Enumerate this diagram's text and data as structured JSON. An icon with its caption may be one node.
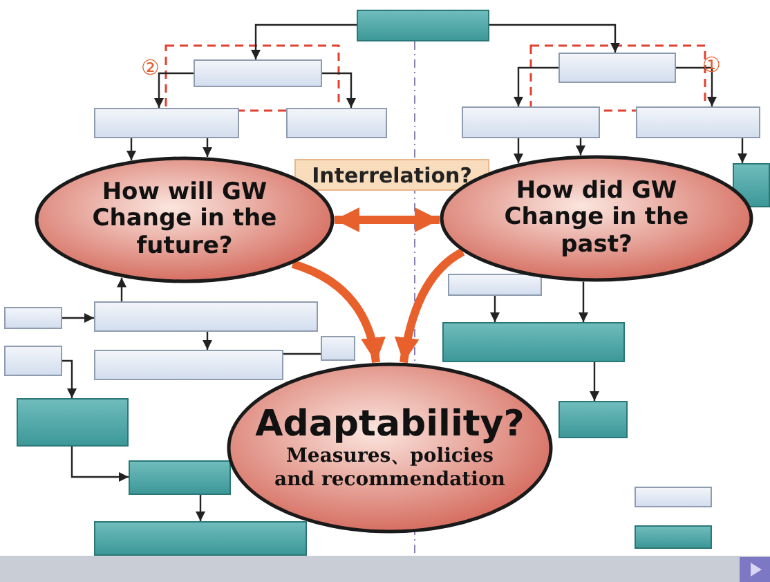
{
  "diagram": {
    "nodes": [
      {
        "text": [],
        "shape": "box"
      },
      {
        "text": [],
        "shape": "box"
      },
      {
        "text": [],
        "shape": "box"
      },
      {
        "text": [],
        "shape": "box"
      },
      {
        "text": [],
        "shape": "box"
      },
      {
        "text": [],
        "shape": "box"
      },
      {
        "text": [],
        "shape": "box"
      },
      {
        "text": [
          "How will GW Change in the future?"
        ]
      },
      {
        "text": [
          "How did GW Change in the past?"
        ]
      },
      {
        "text": [
          "Interrelation?"
        ]
      },
      {
        "text": [
          "Adaptability?",
          "Measures、policies and recommendation"
        ]
      },
      {
        "text": [],
        "shape": "box"
      },
      {
        "text": [],
        "shape": "box"
      },
      {
        "text": [],
        "shape": "box"
      },
      {
        "text": [],
        "shape": "box"
      },
      {
        "text": [],
        "shape": "box"
      },
      {
        "text": [],
        "shape": "box"
      },
      {
        "text": [],
        "shape": "box"
      },
      {
        "text": [],
        "shape": "box"
      },
      {
        "text": [],
        "shape": "box"
      },
      {
        "text": [],
        "shape": "box"
      },
      {
        "text": [],
        "shape": "box"
      },
      {
        "text": [],
        "shape": "box"
      },
      {
        "text": [],
        "shape": "box"
      },
      {
        "text": [],
        "shape": "box"
      }
    ],
    "edges": [
      {
        "from": 0,
        "to": 1,
        "arrow": "to"
      },
      {
        "from": 0,
        "to": 2,
        "arrow": "to"
      },
      {
        "from": 1,
        "to": 3,
        "arrow": "to"
      },
      {
        "from": 1,
        "to": 4,
        "arrow": "to"
      },
      {
        "from": 2,
        "to": 5,
        "arrow": "to"
      },
      {
        "from": 2,
        "to": 6,
        "arrow": "to"
      },
      {
        "from": 3,
        "to": 7,
        "arrow": "to"
      },
      {
        "from": 3,
        "to": 7,
        "arrow": "to"
      },
      {
        "from": 5,
        "to": 8,
        "arrow": "to"
      },
      {
        "from": 5,
        "to": 8,
        "arrow": "to"
      },
      {
        "from": 6,
        "to": 22,
        "arrow": "to"
      },
      {
        "from": 7,
        "to": 8,
        "arrow": "both",
        "style": "thick",
        "color": "#e8602c"
      },
      {
        "from": 7,
        "to": 10,
        "arrow": "to",
        "style": "thick",
        "color": "#e8602c"
      },
      {
        "from": 8,
        "to": 10,
        "arrow": "to",
        "style": "thick",
        "color": "#e8602c"
      },
      {
        "from": 12,
        "to": 7,
        "arrow": "to"
      },
      {
        "from": 11,
        "to": 12,
        "arrow": "to"
      },
      {
        "from": 12,
        "to": 14,
        "arrow": "to"
      },
      {
        "from": 14,
        "to": 15,
        "arrow": "none"
      },
      {
        "from": 13,
        "to": 16,
        "arrow": "to"
      },
      {
        "from": 16,
        "to": 17,
        "arrow": "to"
      },
      {
        "from": 17,
        "to": 18,
        "arrow": "to"
      },
      {
        "from": 19,
        "to": 20,
        "arrow": "to"
      },
      {
        "from": 8,
        "to": 20,
        "arrow": "to"
      },
      {
        "from": 20,
        "to": 21,
        "arrow": "to"
      }
    ],
    "labels": [
      "②",
      "①"
    ]
  }
}
